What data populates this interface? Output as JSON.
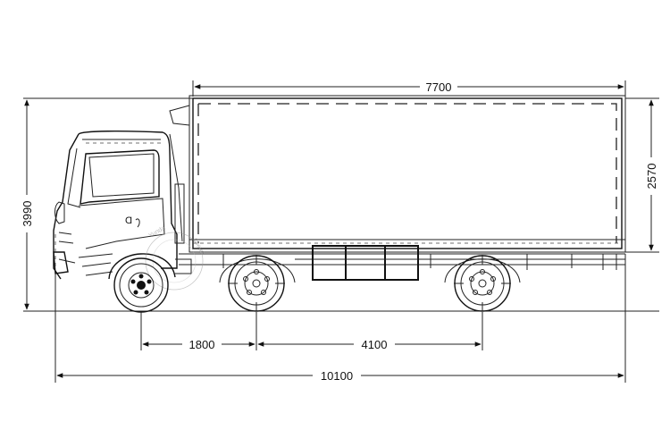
{
  "dimensions": {
    "body_length": "7700",
    "body_height": "2570",
    "overall_height": "3990",
    "front_wheelbase": "1800",
    "rear_wheelbase": "4100",
    "overall_length": "10100"
  }
}
